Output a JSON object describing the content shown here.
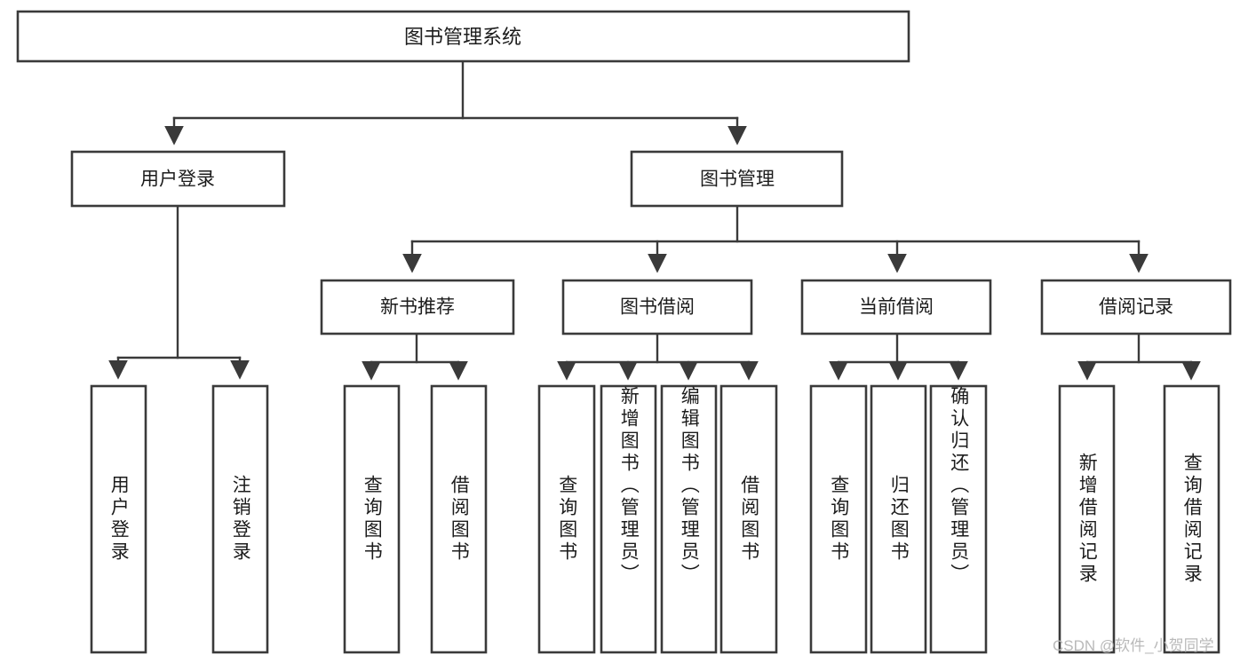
{
  "diagram": {
    "title": "图书管理系统",
    "type": "function-tree",
    "watermark": "CSDN @软件_小贺同学",
    "colors": {
      "box_stroke": "#3a3a3a",
      "box_fill": "#ffffff",
      "connector": "#3a3a3a",
      "text": "#1c1c1c",
      "watermark": "#b9b9b9",
      "background": "#ffffff"
    },
    "root": {
      "label": "图书管理系统"
    },
    "level2": [
      {
        "label": "用户登录"
      },
      {
        "label": "图书管理"
      }
    ],
    "level3": [
      {
        "label": "新书推荐"
      },
      {
        "label": "图书借阅"
      },
      {
        "label": "当前借阅"
      },
      {
        "label": "借阅记录"
      }
    ],
    "leaves": {
      "user_login": [
        {
          "label": "用户登录"
        },
        {
          "label": "注销登录"
        }
      ],
      "new_book_recommend": [
        {
          "label": "查询图书"
        },
        {
          "label": "借阅图书"
        }
      ],
      "book_borrow": [
        {
          "label": "查询图书"
        },
        {
          "label": "新增图书（管理员）"
        },
        {
          "label": "编辑图书（管理员）"
        },
        {
          "label": "借阅图书"
        }
      ],
      "current_borrow": [
        {
          "label": "查询图书"
        },
        {
          "label": "归还图书"
        },
        {
          "label": "确认归还（管理员）"
        }
      ],
      "borrow_record": [
        {
          "label": "新增借阅记录"
        },
        {
          "label": "查询借阅记录"
        }
      ]
    }
  }
}
